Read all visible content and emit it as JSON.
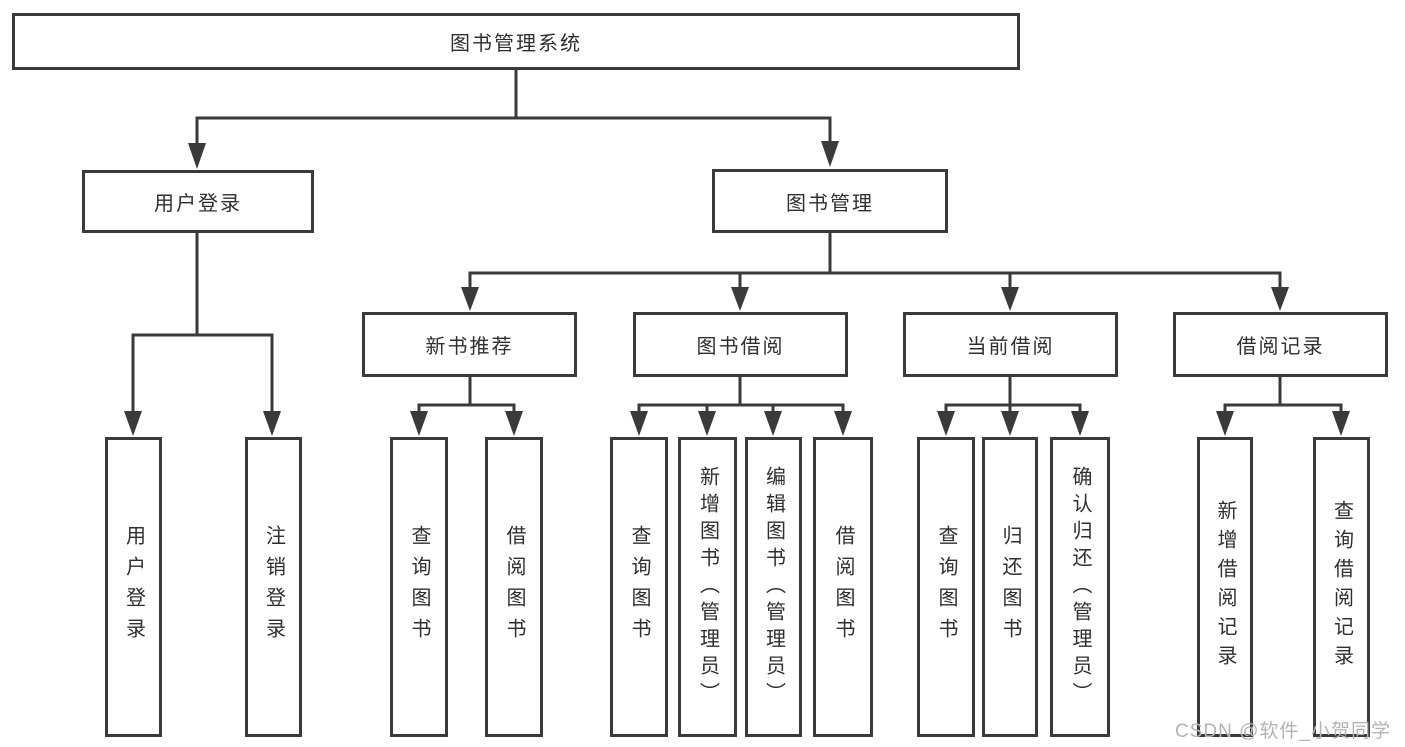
{
  "diagram": {
    "title": "图书管理系统",
    "root": {
      "label": "图书管理系统"
    },
    "level2": [
      {
        "label": "用户登录"
      },
      {
        "label": "图书管理"
      }
    ],
    "level3": [
      {
        "label": "新书推荐"
      },
      {
        "label": "图书借阅"
      },
      {
        "label": "当前借阅"
      },
      {
        "label": "借阅记录"
      }
    ],
    "leaves": {
      "user_login": [
        "用户登录",
        "注销登录"
      ],
      "new_book": [
        "查询图书",
        "借阅图书"
      ],
      "book_borrow": [
        "查询图书",
        "新增图书（管理员）",
        "编辑图书（管理员）",
        "借阅图书"
      ],
      "current_borrow": [
        "查询图书",
        "归还图书",
        "确认归还（管理员）"
      ],
      "borrow_record": [
        "新增借阅记录",
        "查询借阅记录"
      ]
    }
  },
  "watermark": "CSDN @软件_小贺同学",
  "colors": {
    "line": "#3a3a3a",
    "text": "#2f2f2f",
    "background": "#ffffff",
    "watermark": "#b3b3b3"
  }
}
